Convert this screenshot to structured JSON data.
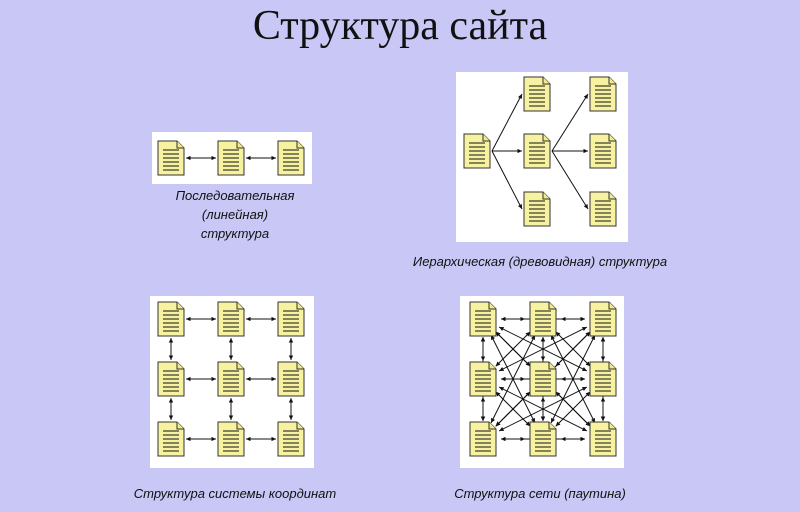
{
  "title": "Структура сайта",
  "panels": {
    "linear": {
      "caption_lines": [
        "Последовательная",
        "(линейная)",
        "структура"
      ]
    },
    "hierarchical": {
      "caption": "Иерархическая (древовидная) структура"
    },
    "grid": {
      "caption": "Структура системы координат"
    },
    "network": {
      "caption": "Структура сети (паутина)"
    }
  },
  "colors": {
    "background": "#c8c7f5",
    "panel": "#ffffff",
    "document": "#f7f2a0"
  },
  "icons": [
    "document-icon",
    "arrow"
  ]
}
